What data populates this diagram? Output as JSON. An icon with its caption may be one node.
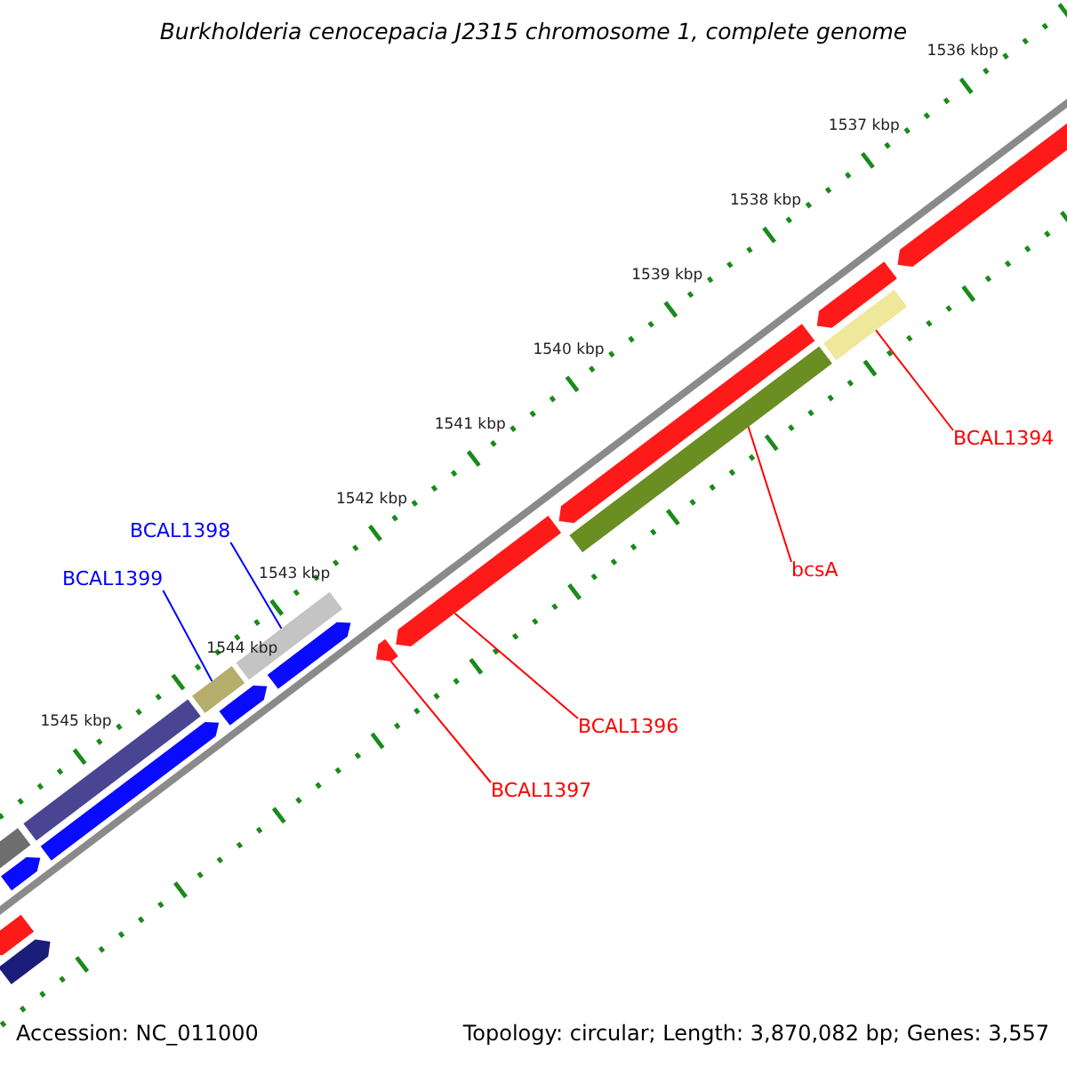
{
  "diagram": {
    "title": "Burkholderia cenocepacia J2315 chromosome 1, complete genome",
    "nodes": [
      {
        "text": [
          "BCAL1394"
        ]
      },
      {
        "text": [
          "BCAL1398"
        ]
      },
      {
        "text": [
          "bcsA"
        ]
      },
      {
        "text": [
          "BCAL1399"
        ]
      },
      {
        "text": [
          "BCAL1396"
        ]
      },
      {
        "text": [
          "BCAL1397"
        ]
      },
      {
        "text": [],
        "shape": "bar"
      },
      {
        "text": [],
        "shape": "bar"
      },
      {
        "text": [],
        "shape": "bar"
      },
      {
        "text": [],
        "shape": "bar"
      },
      {
        "text": [],
        "shape": "bar"
      },
      {
        "text": [],
        "shape": "bar"
      },
      {
        "text": [],
        "shape": "bar"
      },
      {
        "text": [],
        "shape": "bar"
      },
      {
        "text": [],
        "shape": "bar"
      },
      {
        "text": [],
        "shape": "bar"
      },
      {
        "text": [],
        "shape": "bar"
      },
      {
        "text": [],
        "shape": "bar"
      },
      {
        "text": [],
        "shape": "bar"
      },
      {
        "text": [],
        "shape": "bar"
      },
      {
        "text": [],
        "shape": "bar"
      },
      {
        "text": [],
        "shape": "bar"
      },
      {
        "text": [],
        "shape": "bar"
      },
      {
        "text": [],
        "shape": "bar"
      }
    ],
    "edges": [
      {
        "from": 0,
        "to": 8,
        "arrow": "none"
      },
      {
        "from": 1,
        "to": 6,
        "arrow": "none",
        "color": "#0000ff"
      },
      {
        "from": 2,
        "to": 9,
        "arrow": "none"
      },
      {
        "from": 3,
        "to": 7,
        "arrow": "none",
        "color": "#0000ff"
      },
      {
        "from": 4,
        "to": 10,
        "arrow": "none"
      },
      {
        "from": 5,
        "to": 11,
        "arrow": "none"
      }
    ],
    "labels": [
      "1536 kbp",
      "1537 kbp",
      "1538 kbp",
      "1539 kbp",
      "1540 kbp",
      "1541 kbp",
      "1542 kbp",
      "1543 kbp",
      "1544 kbp",
      "1545 kbp",
      "Accession: NC_011000",
      "Topology: circular; Length: 3,870,082 bp; Genes: 3,557"
    ]
  }
}
